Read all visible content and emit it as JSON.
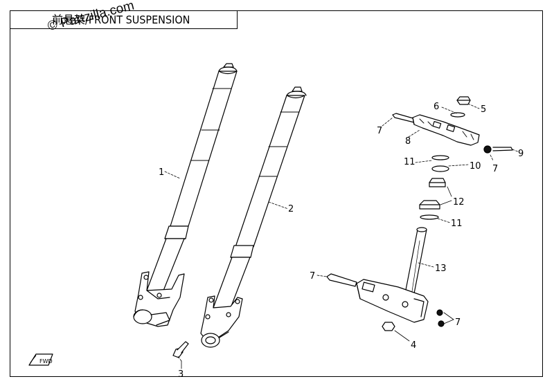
{
  "title": "前悬架/FRONT SUSPENSION",
  "watermark": "© Partzilla.com",
  "callouts": {
    "c1": "1",
    "c2": "2",
    "c3": "3",
    "c4": "4",
    "c5": "5",
    "c6": "6",
    "c7a": "7",
    "c7b": "7",
    "c7c": "7",
    "c7d": "7",
    "c8": "8",
    "c9": "9",
    "c10": "10",
    "c11a": "11",
    "c11b": "11",
    "c12": "12",
    "c13": "13"
  }
}
